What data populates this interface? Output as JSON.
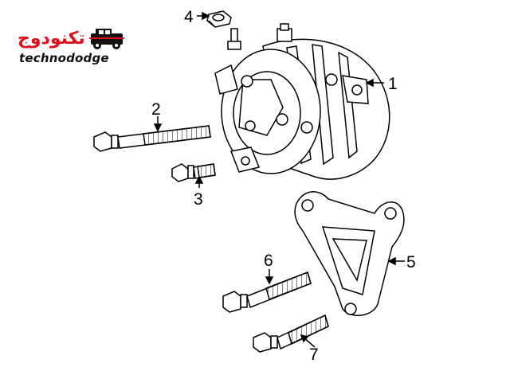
{
  "logo": {
    "arabic_text": "تكنودوج",
    "english_text": "technododge",
    "icon": "jeep-icon",
    "accent_color": "#e0101a"
  },
  "callouts": [
    {
      "id": "1",
      "label": "1"
    },
    {
      "id": "2",
      "label": "2"
    },
    {
      "id": "3",
      "label": "3"
    },
    {
      "id": "4",
      "label": "4"
    },
    {
      "id": "5",
      "label": "5"
    },
    {
      "id": "6",
      "label": "6"
    },
    {
      "id": "7",
      "label": "7"
    }
  ],
  "parts": [
    {
      "callout": "1",
      "icon": "alternator-icon"
    },
    {
      "callout": "2",
      "icon": "long-bolt-icon"
    },
    {
      "callout": "3",
      "icon": "short-bolt-icon"
    },
    {
      "callout": "4",
      "icon": "nut-icon"
    },
    {
      "callout": "5",
      "icon": "mounting-bracket-icon"
    },
    {
      "callout": "6",
      "icon": "bracket-bolt-icon"
    },
    {
      "callout": "7",
      "icon": "bracket-bolt-icon"
    }
  ]
}
